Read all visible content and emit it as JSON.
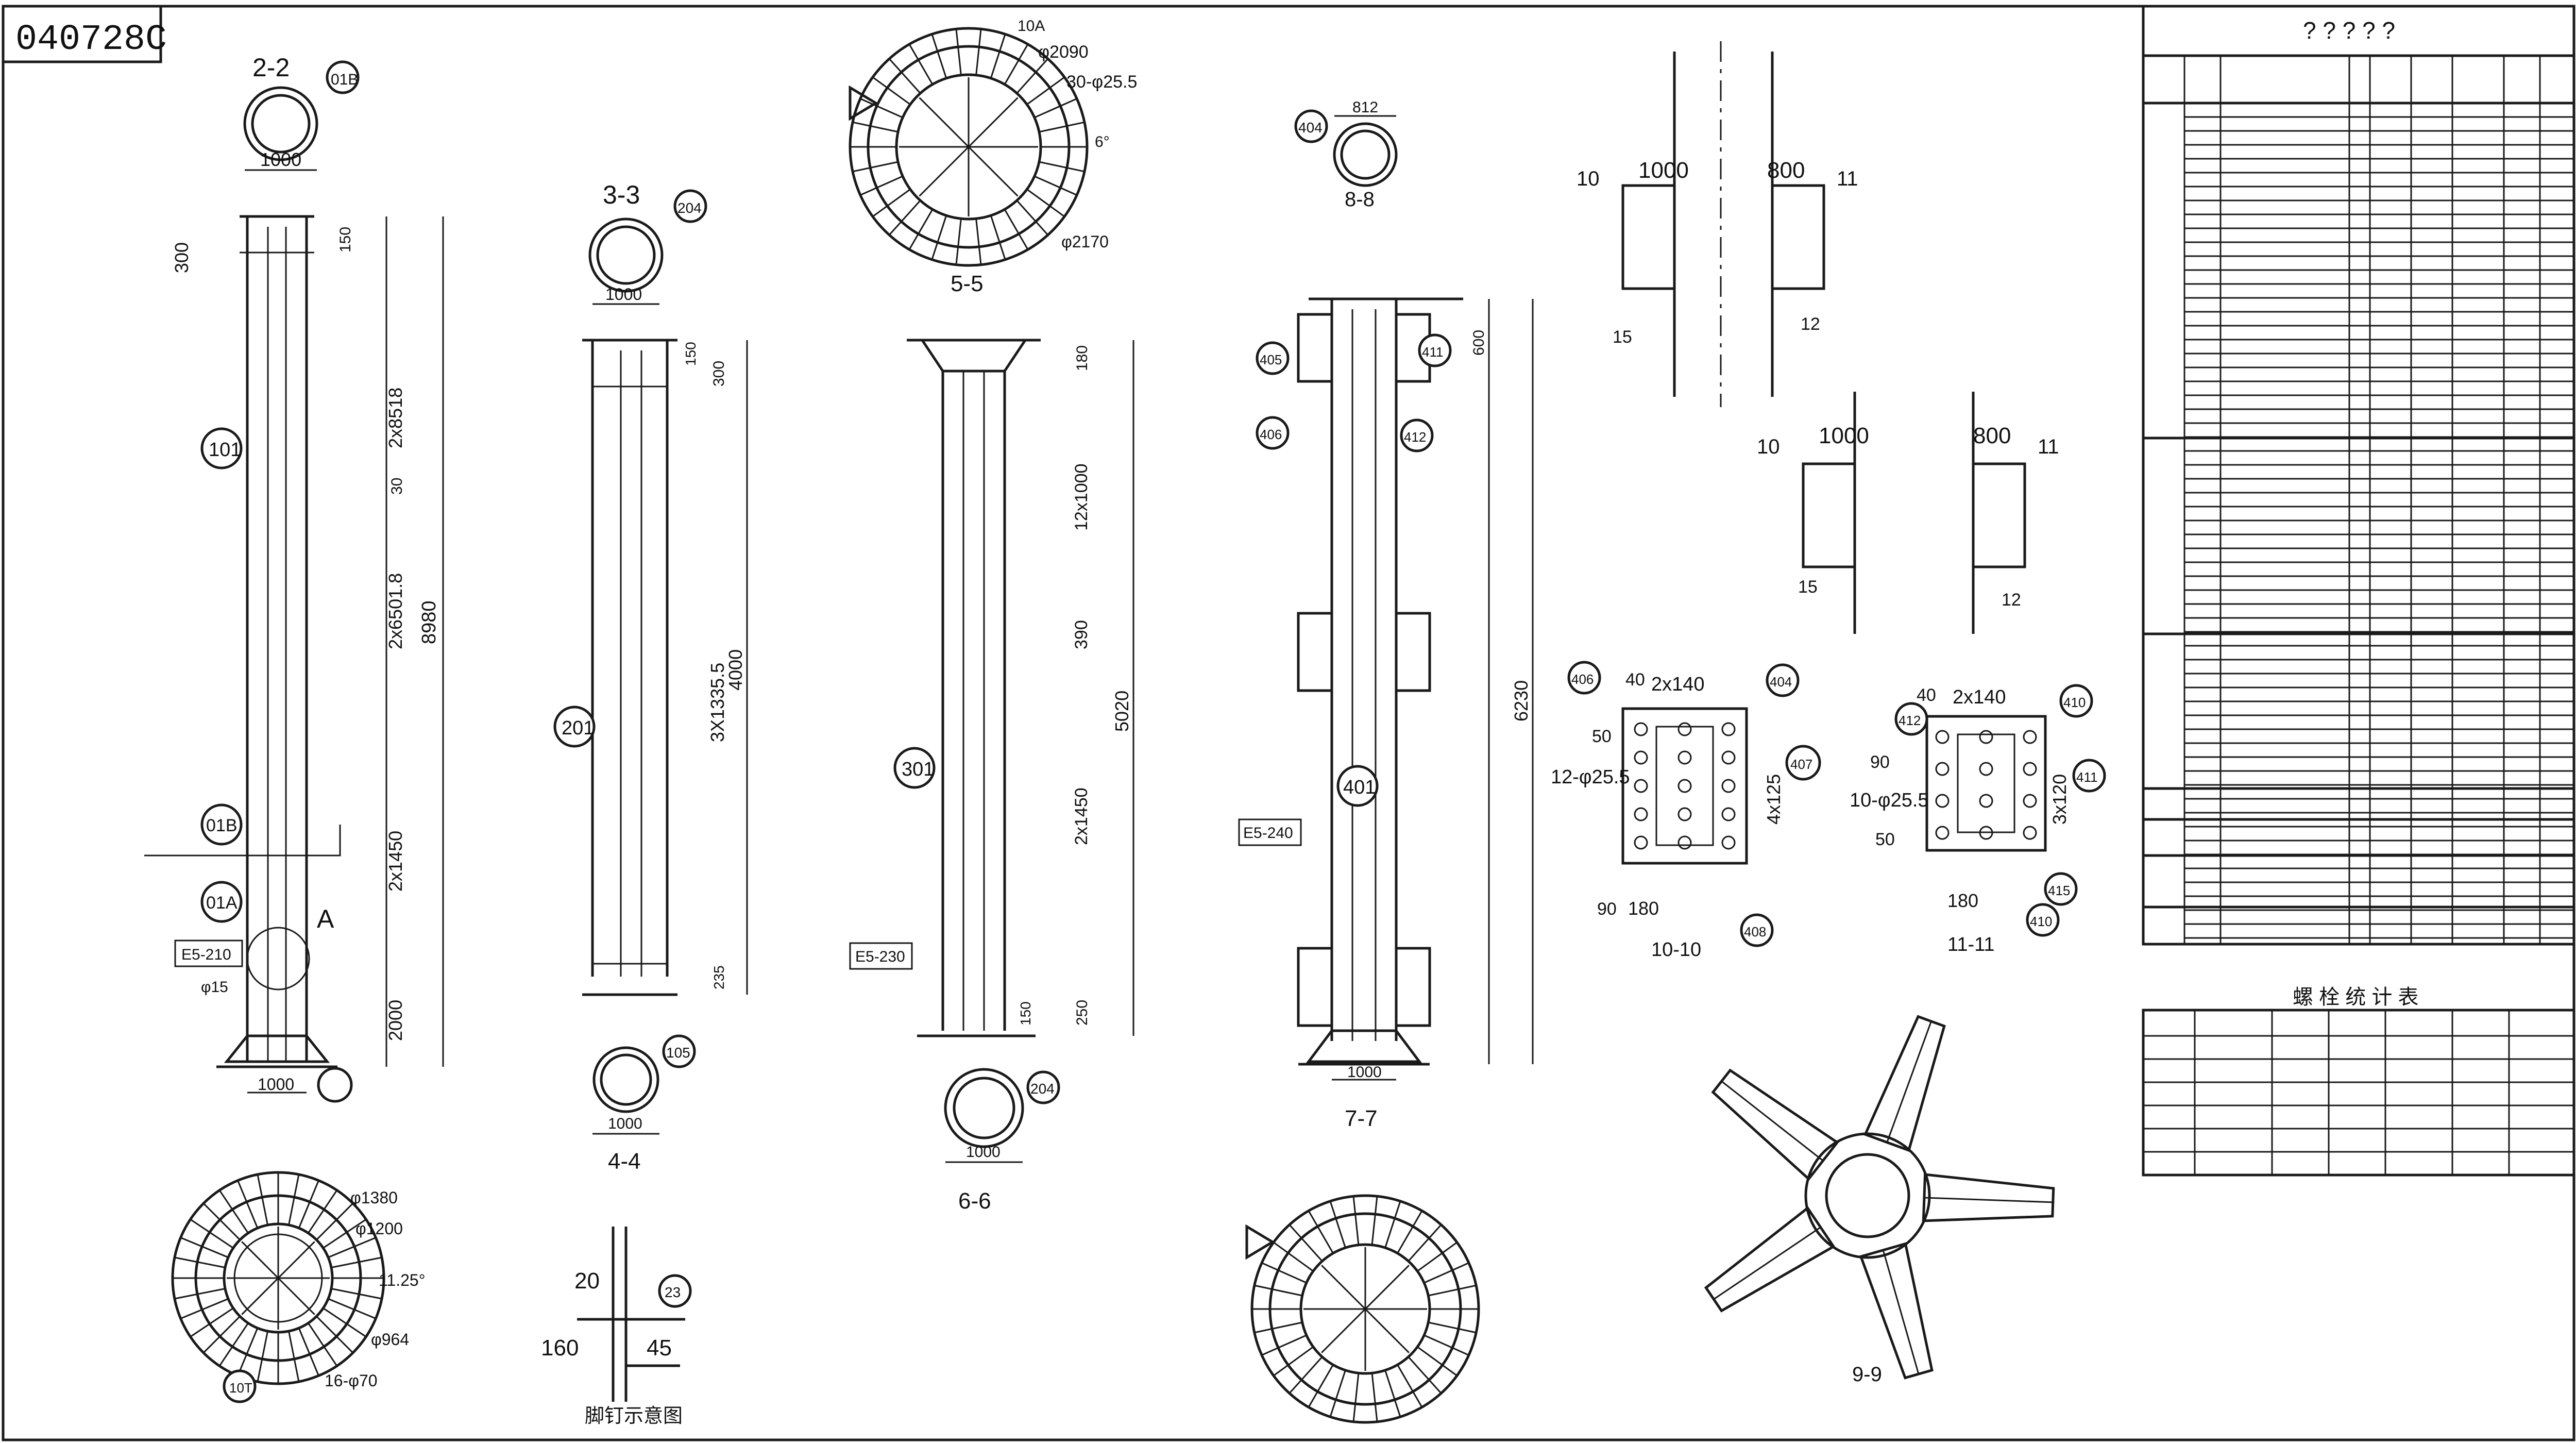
{
  "drawing_number": "040728C",
  "views": {
    "v22": {
      "label": "2-2",
      "dim": "1000",
      "part": "01B"
    },
    "v33": {
      "label": "3-3",
      "dim": "1000",
      "part": "204"
    },
    "v44": {
      "label": "4-4",
      "dim": "1000",
      "part": "105"
    },
    "v55": {
      "label": "5-5",
      "d_outer": "φ2090",
      "holes": "30-φ25.5",
      "d_inner": "φ2170",
      "ang": "6°",
      "part": "10A"
    },
    "v66": {
      "label": "6-6",
      "dim": "1000",
      "part": "204"
    },
    "v77": {
      "label": "7-7",
      "dim": "1000"
    },
    "v88": {
      "label": "8-8",
      "dim": "812",
      "part": "404"
    },
    "v99": {
      "label": "9-9"
    },
    "v1010": {
      "label": "10-10",
      "holes": "12-φ25.5",
      "w": "2x140",
      "d40": "40",
      "d50": "50",
      "d90": "90",
      "d180": "180",
      "d4x125": "4x125",
      "p1": "406",
      "p2": "404",
      "p3": "407",
      "p4": "408"
    },
    "v1111": {
      "label": "11-11",
      "holes": "10-φ25.5",
      "w": "2x140",
      "d40": "40",
      "d50": "50",
      "d90": "90",
      "d180": "180",
      "d3x120": "3x120",
      "p1": "412",
      "p2": "410",
      "p3": "411",
      "p4": "415",
      "p5": "410"
    },
    "flange": {
      "d1": "φ1380",
      "d2": "φ1200",
      "d3": "φ964",
      "holes": "16-φ70",
      "ang": "11.25°",
      "part": "10T"
    },
    "rung": {
      "caption": "脚钉示意图",
      "d20": "20",
      "d160": "160",
      "d45": "45",
      "part": "23"
    }
  },
  "columns": {
    "c1": {
      "part": "101",
      "total": "8980",
      "top": "300",
      "seg1": "2x8518",
      "seg2": "2x6501.8",
      "seg3": "2x1450",
      "seg4": "2000",
      "base": "1000",
      "tag_a": "01B",
      "tag_b": "01A",
      "detail": "A",
      "box": "E5-210",
      "d15": "φ15",
      "d30": "30",
      "d150": "150"
    },
    "c2": {
      "part": "201",
      "top": "300",
      "h": "4000",
      "mid": "3X1335.5",
      "base": "1000",
      "d150": "150",
      "d235": "235"
    },
    "c3": {
      "part": "301",
      "h": "5020",
      "top": "180",
      "seg1": "12x1000",
      "seg2": "390",
      "seg3": "2x1450",
      "box": "E5-230",
      "d250": "250",
      "d150": "150"
    },
    "c4": {
      "part": "401",
      "h": "6230",
      "box": "E5-240",
      "d1000": "1000",
      "top": "600",
      "n1": "405",
      "n2": "406",
      "n3": "412",
      "n4": "411"
    }
  },
  "joints": {
    "top": {
      "l": "1000",
      "r": "800",
      "t1": "10",
      "t2": "11",
      "t3": "12",
      "t4": "15"
    },
    "mid": {
      "l": "1000",
      "r": "800",
      "t1": "10",
      "t2": "11",
      "t3": "12",
      "t4": "15"
    }
  },
  "table_main": {
    "title": "? ? ? ? ?"
  },
  "table_bolt": {
    "title": "螺 栓 统 计 表"
  }
}
